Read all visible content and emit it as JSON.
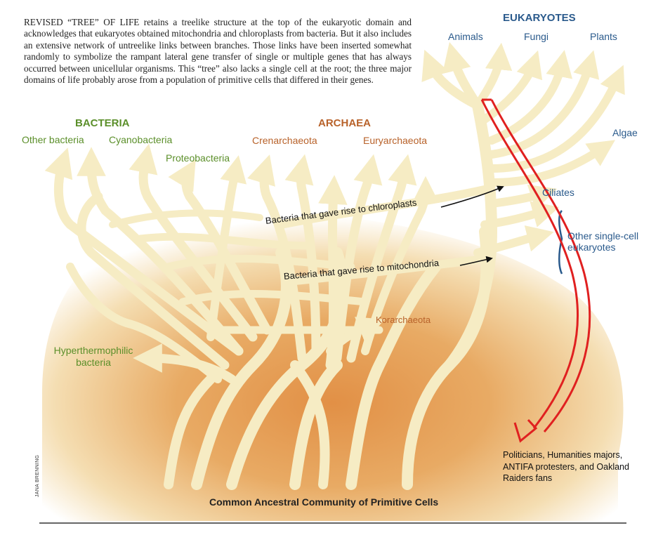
{
  "caption": "REVISED “TREE” OF LIFE retains a treelike structure at the top of the eukaryotic domain and acknowledges that eukaryotes obtained mitochondria and chloroplasts from bacteria. But it also includes an extensive network of untreelike links between branches. Those links have been inserted somewhat randomly to symbolize the rampant lateral gene transfer of single or multiple genes that has always occurred between unicellular organisms. This “tree” also lacks a single cell at the root; the three major domains of life probably arose from a population of primitive cells that differed in their genes.",
  "domains": {
    "bacteria": "BACTERIA",
    "archaea": "ARCHAEA",
    "eukaryotes": "EUKARYOTES"
  },
  "groups": {
    "other_bacteria": "Other bacteria",
    "cyanobacteria": "Cyanobacteria",
    "proteobacteria": "Proteobacteria",
    "crenarchaeota": "Crenarchaeota",
    "euryarchaeota": "Euryarchaeota",
    "korarchaeota": "Korarchaeota",
    "hyperthermophilic": "Hyperthermophilic bacteria",
    "animals": "Animals",
    "fungi": "Fungi",
    "plants": "Plants",
    "algae": "Algae",
    "ciliates": "Ciliates",
    "other_single_cell": "Other single-cell eukaryotes"
  },
  "arrows": {
    "chloroplasts": "Bacteria that gave rise to chloroplasts",
    "mitochondria": "Bacteria that gave rise to mitochondria"
  },
  "root_label": "Common Ancestral Community of Primitive Cells",
  "credit": "JANA BRENNING",
  "annotation": "Politicians, Humanities majors, ANTIFA protesters, and Oakland Raiders fans",
  "colors": {
    "branch": "#f6ecc4",
    "background_glow": "#e3a45a",
    "overlay_arrow": "#e02020"
  }
}
